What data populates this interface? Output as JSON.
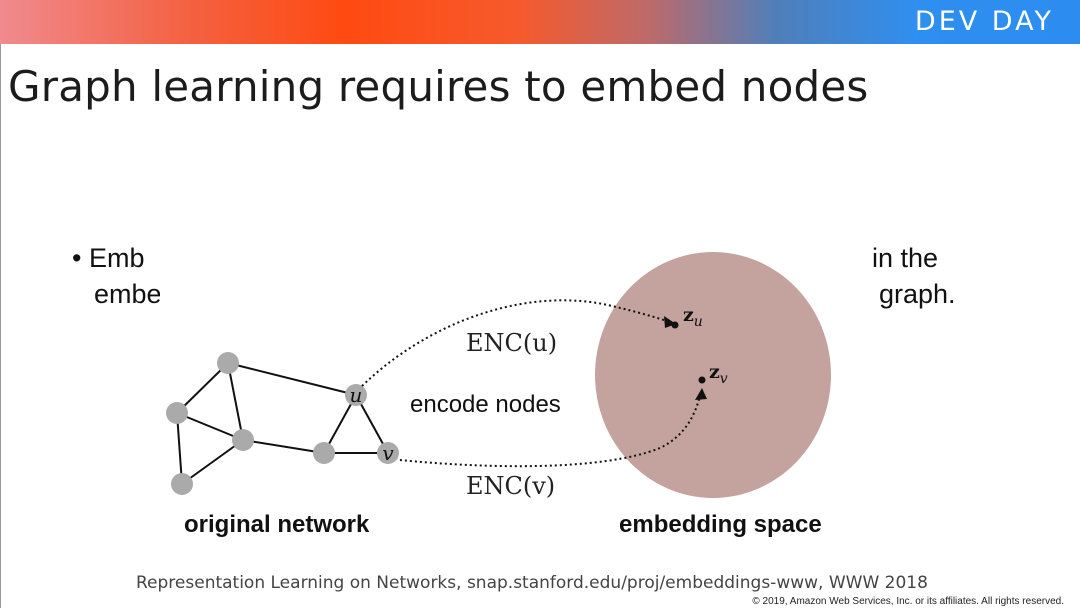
{
  "header": {
    "brand": "DEV DAY"
  },
  "slide": {
    "title": "Graph learning requires to embed nodes"
  },
  "bullet": {
    "marker": "•",
    "line1_start": "Emb",
    "line1_end": "in the",
    "line2_start": "embe",
    "line2_end": "graph."
  },
  "diagram": {
    "enc_u": "ENC(u)",
    "enc_v": "ENC(v)",
    "action": "encode nodes",
    "node_u": "u",
    "node_v": "v",
    "z_u": "z",
    "z_u_sub": "u",
    "z_v": "z",
    "z_v_sub": "v",
    "left_caption": "original network",
    "right_caption": "embedding space",
    "colors": {
      "node": "#aaaaaa",
      "space": "#c4a29d"
    }
  },
  "footer": {
    "citation": "Representation Learning on Networks, snap.stanford.edu/proj/embeddings-www, WWW 2018",
    "copyright": "© 2019, Amazon Web Services, Inc. or its affiliates. All rights reserved."
  }
}
